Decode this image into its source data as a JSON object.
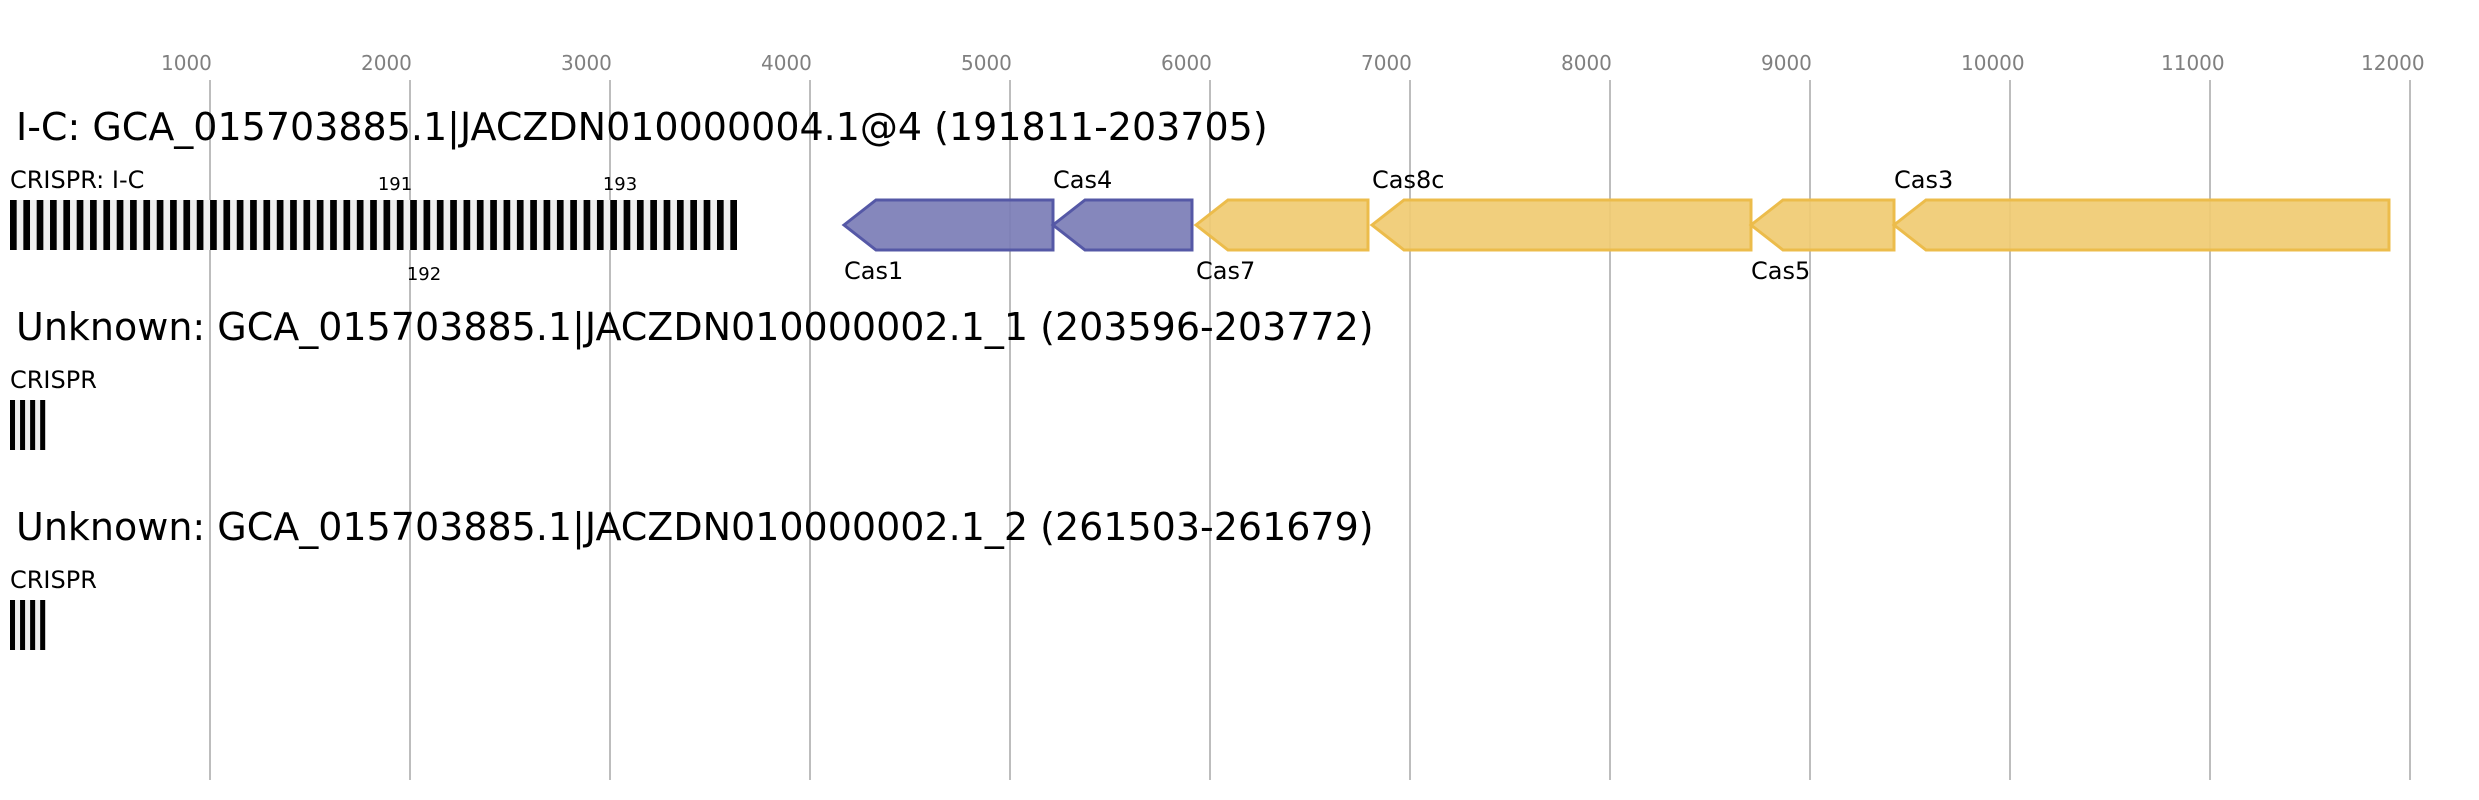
{
  "axis": {
    "ticks": [
      1000,
      2000,
      3000,
      4000,
      5000,
      6000,
      7000,
      8000,
      9000,
      10000,
      11000,
      12000
    ]
  },
  "colors": {
    "gridline": "#bdbdbd",
    "tick_text": "#808080",
    "array_bar": "#000000",
    "array_bg": "#efefef",
    "purple_fill": "#7b7db6",
    "purple_stroke": "#5558a6",
    "gold_fill": "#f0cb72",
    "gold_stroke": "#ecbc4b"
  },
  "sections": [
    {
      "title": "I-C: GCA_015703885.1|JACZDN010000004.1@4 (191811-203705)",
      "array": {
        "label": "CRISPR: I-C",
        "start": 0,
        "end": 3635,
        "repeat_count": 55,
        "repeat_labels": [
          {
            "text": "191",
            "bp": 1925,
            "position": "above"
          },
          {
            "text": "192",
            "bp": 2070,
            "position": "below"
          },
          {
            "text": "193",
            "bp": 3050,
            "position": "above"
          }
        ]
      },
      "genes": [
        {
          "name": "Cas1",
          "start": 4170,
          "end": 5215,
          "strand": "-",
          "color": "purple",
          "label_position": "below"
        },
        {
          "name": "Cas4",
          "start": 5215,
          "end": 5910,
          "strand": "-",
          "color": "purple",
          "label_position": "above"
        },
        {
          "name": "Cas7",
          "start": 5930,
          "end": 6790,
          "strand": "-",
          "color": "gold",
          "label_position": "below"
        },
        {
          "name": "Cas8c",
          "start": 6810,
          "end": 8705,
          "strand": "-",
          "color": "gold",
          "label_position": "above"
        },
        {
          "name": "Cas5",
          "start": 8705,
          "end": 9420,
          "strand": "-",
          "color": "gold",
          "label_position": "below"
        },
        {
          "name": "Cas3",
          "start": 9420,
          "end": 11895,
          "strand": "-",
          "color": "gold",
          "label_position": "above"
        }
      ]
    },
    {
      "title": "Unknown: GCA_015703885.1|JACZDN010000002.1_1 (203596-203772)",
      "array": {
        "label": "CRISPR",
        "start": 0,
        "end": 176,
        "repeat_count": 4,
        "repeat_labels": []
      },
      "genes": []
    },
    {
      "title": "Unknown: GCA_015703885.1|JACZDN010000002.1_2 (261503-261679)",
      "array": {
        "label": "CRISPR",
        "start": 0,
        "end": 176,
        "repeat_count": 4,
        "repeat_labels": []
      },
      "genes": []
    }
  ]
}
